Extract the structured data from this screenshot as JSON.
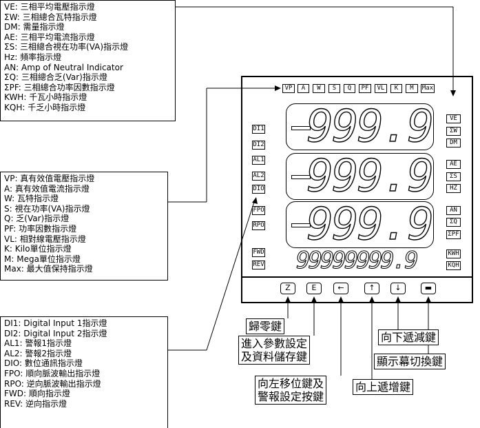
{
  "legend_top": [
    "VE: 三相平均電壓指示燈",
    "ΣW: 三相總合瓦特指示燈",
    "DM: 需量指示燈",
    "AE: 三相平均電流指示燈",
    "ΣS: 三相總合視在功率(VA)指示燈",
    "Hz: 頻率指示燈",
    "AN: Amp of Neutral Indicator",
    "ΣQ: 三相總合乏(Var)指示燈",
    "ΣPF: 三相總合功率因數指示燈",
    "KWH: 千瓦小時指示燈",
    "KQH: 千乏小時指示燈"
  ],
  "legend_mid": [
    "VP: 真有效值電壓指示燈",
    "A: 真有效值電流指示燈",
    "W: 瓦特指示燈",
    "S: 視在功率(VA)指示燈",
    "Q: 乏(Var)指示燈",
    "PF: 功率因數指示燈",
    "VL: 相對線電壓指示燈",
    "K: Kilo單位指示燈",
    "M: Mega單位指示燈",
    "Max: 最大值保持指示燈"
  ],
  "legend_bottom": [
    "DI1: Digital Input 1指示燈",
    "DI2: Digital Input 2指示燈",
    "AL1: 警報1指示燈",
    "AL2: 警報2指示燈",
    "DIO: 數位通訊指示燈",
    "FPO: 順向脈波輸出指示燈",
    "RPO: 逆向脈波輸出指示燈",
    "FWD: 順向指示燈",
    "REV: 逆向指示燈"
  ],
  "top_indicators": [
    "VP",
    "A",
    "W",
    "S",
    "Q",
    "PF",
    "VL",
    "K",
    "M",
    "Max"
  ],
  "left_indicators": [
    "DI1",
    "DI2",
    "AL1",
    "AL2",
    "DIO",
    "FPO",
    "RPO",
    "FWD",
    "REV"
  ],
  "right_indicators": [
    "VE",
    "ΣW",
    "DM",
    "AE",
    "ΣS",
    "HZ",
    "AN",
    "ΣQ",
    "ΣPF",
    "KWH",
    "KQH"
  ],
  "display": {
    "row1": "999.9",
    "row2": "999.9",
    "row3": "999.9",
    "bottom": "99999999.9"
  },
  "keys": [
    "Z",
    "E",
    "←",
    "↑",
    "↓",
    "▬"
  ],
  "key_labels": {
    "zero": "歸零鍵",
    "enter_1": "進入參數設定",
    "enter_2": "及資料儲存鍵",
    "left_1": "向左移位鍵及",
    "left_2": "警報設定按鍵",
    "up": "向上遞增鍵",
    "down": "向下遞減鍵",
    "switch": "顯示幕切換鍵"
  }
}
